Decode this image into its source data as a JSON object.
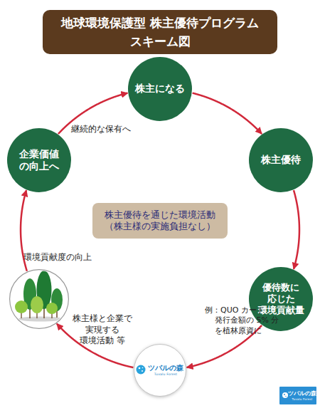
{
  "diagram": {
    "title": "地球環境保護型 株主優待プログラム スキーム図",
    "nodes": [
      {
        "text": [
          "株主になる"
        ]
      },
      {
        "text": [
          "株主優待"
        ]
      },
      {
        "text": [
          "優待数に 応じた 環境貢献量"
        ]
      },
      {
        "text": [
          "ツバルの森",
          "Tuvalu Forest"
        ]
      },
      {
        "text": []
      },
      {
        "text": [
          "企業価値 の向上へ"
        ]
      },
      {
        "text": [
          "株主優待を通じた環境活動 （株主様の実施負担なし）"
        ]
      },
      {
        "text": [
          "ツバルの森",
          "Tuvalu Forest"
        ]
      }
    ],
    "edges": [
      {
        "from": 0,
        "to": 1,
        "arrow": "to"
      },
      {
        "from": 1,
        "to": 2,
        "arrow": "to"
      },
      {
        "from": 2,
        "to": 3,
        "arrow": "to",
        "label": "例：QUO カード 発行金額の 5% 分 を植林原資に"
      },
      {
        "from": 3,
        "to": 4,
        "arrow": "to",
        "label": "株主様と企業で 実現する 環境活動 等"
      },
      {
        "from": 4,
        "to": 5,
        "arrow": "to",
        "label": "環境貢献度の向上"
      },
      {
        "from": 5,
        "to": 0,
        "arrow": "to",
        "label": "継続的な保有へ"
      }
    ]
  }
}
